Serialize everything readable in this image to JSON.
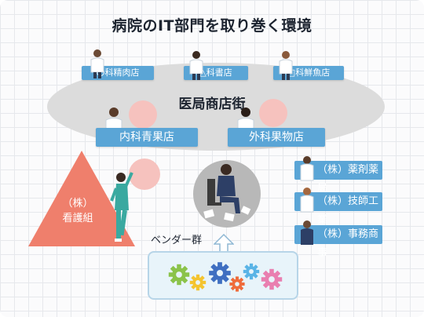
{
  "title": "病院のIT部門を取り巻く環境",
  "street": {
    "label": "医局商店街",
    "small_shops": [
      {
        "label": "〇科精肉店"
      },
      {
        "label": "△科書店"
      },
      {
        "label": "□科鮮魚店"
      }
    ],
    "big_shops": [
      {
        "label": "内科青果店"
      },
      {
        "label": "外科果物店"
      }
    ]
  },
  "nursing": {
    "line1": "（株）",
    "line2": "看護組"
  },
  "companies": [
    {
      "label": "（株）薬剤薬局"
    },
    {
      "label": "（株）技師工業"
    },
    {
      "label": "（株）事務商事"
    }
  ],
  "vendor": {
    "label": "ベンダー群"
  },
  "colors": {
    "sign_blue": "#5aa5d6",
    "triangle": "#ef7f6c",
    "bubble_pink": "#f6c2be",
    "vendor_box": "#e8f4fa",
    "street_gray": "#dcdcdc"
  },
  "icons": [
    "doctor-icon",
    "nurse-icon",
    "stressed-worker-icon",
    "gear-icon",
    "arrow-up-icon"
  ]
}
